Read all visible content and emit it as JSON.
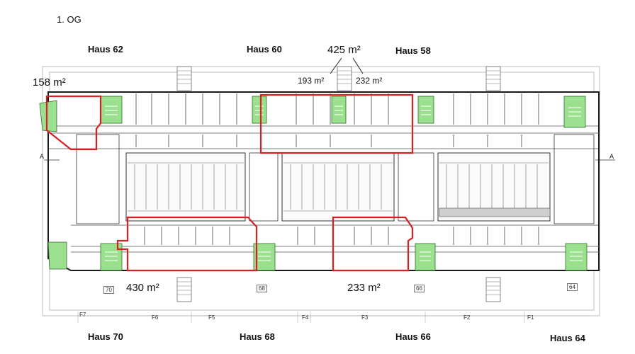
{
  "floor_label": "1. OG",
  "houses_top": {
    "h62": "Haus 62",
    "h60": "Haus 60",
    "h58": "Haus 58"
  },
  "houses_bottom": {
    "h70": "Haus 70",
    "h68": "Haus 68",
    "h66": "Haus 66",
    "h64": "Haus 64"
  },
  "areas": {
    "a158": "158 m²",
    "a425": "425 m²",
    "a193": "193 m²",
    "a232": "232 m²",
    "a430": "430 m²",
    "a233": "233 m²"
  },
  "section_marker": "A",
  "grid_labels": [
    "F7",
    "F6",
    "F5",
    "F4",
    "F3",
    "F2",
    "F1"
  ],
  "building_numbers": [
    "70",
    "68",
    "66",
    "64"
  ],
  "colors": {
    "highlight": "#d92020",
    "stair": "#9be08f",
    "wall": "#1a1a1a",
    "wallLight": "#777777"
  }
}
